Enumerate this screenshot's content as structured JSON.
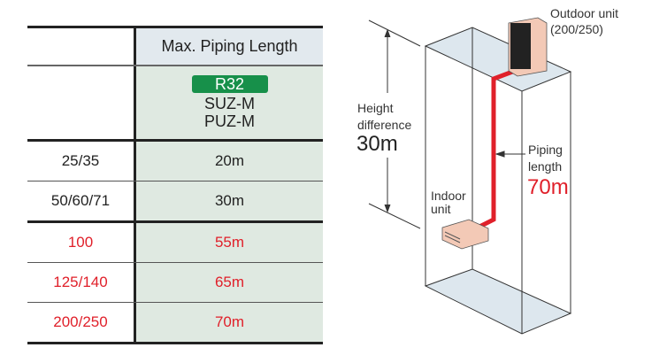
{
  "table": {
    "header": "Max. Piping Length",
    "refrigerant_badge": "R32",
    "models": [
      "SUZ-M",
      "PUZ-M"
    ],
    "rows": [
      {
        "capacity": "25/35",
        "length": "20m",
        "highlight": false
      },
      {
        "capacity": "50/60/71",
        "length": "30m",
        "highlight": false
      },
      {
        "capacity": "100",
        "length": "55m",
        "highlight": true
      },
      {
        "capacity": "125/140",
        "length": "65m",
        "highlight": true
      },
      {
        "capacity": "200/250",
        "length": "70m",
        "highlight": true
      }
    ]
  },
  "diagram": {
    "outdoor_label": "Outdoor unit",
    "outdoor_sub": "(200/250)",
    "height_label_1": "Height",
    "height_label_2": "difference",
    "height_value": "30m",
    "piping_label_1": "Piping",
    "piping_label_2": "length",
    "piping_value": "70m",
    "indoor_label_1": "Indoor",
    "indoor_label_2": "unit"
  },
  "colors": {
    "accent_red": "#e0202a",
    "badge_green": "#17904a"
  }
}
